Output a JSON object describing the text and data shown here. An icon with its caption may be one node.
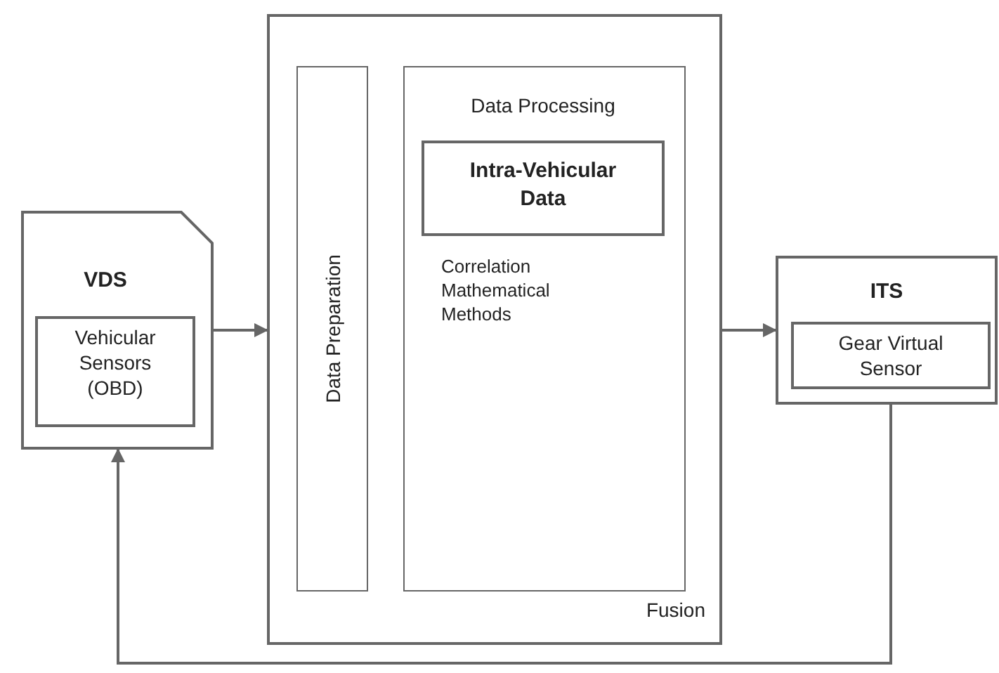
{
  "diagram": {
    "nodes": [
      {
        "text": [
          "VDS"
        ]
      },
      {
        "text": [
          "Vehicular Sensors (OBD)"
        ],
        "in": 0
      },
      {
        "text": [
          "Fusion"
        ]
      },
      {
        "text": [
          "Data Preparation"
        ],
        "in": 2
      },
      {
        "text": [
          "Data Processing",
          "Correlation Mathematical Methods"
        ],
        "in": 2
      },
      {
        "text": [
          "Intra-Vehicular Data"
        ],
        "in": 4
      },
      {
        "text": [
          "ITS"
        ]
      },
      {
        "text": [
          "Gear Virtual Sensor"
        ],
        "in": 6
      }
    ],
    "edges": [
      {
        "from": 0,
        "to": 2,
        "arrow": "to"
      },
      {
        "from": 2,
        "to": 6,
        "arrow": "to"
      },
      {
        "from": 6,
        "to": 0,
        "arrow": "to"
      }
    ]
  }
}
